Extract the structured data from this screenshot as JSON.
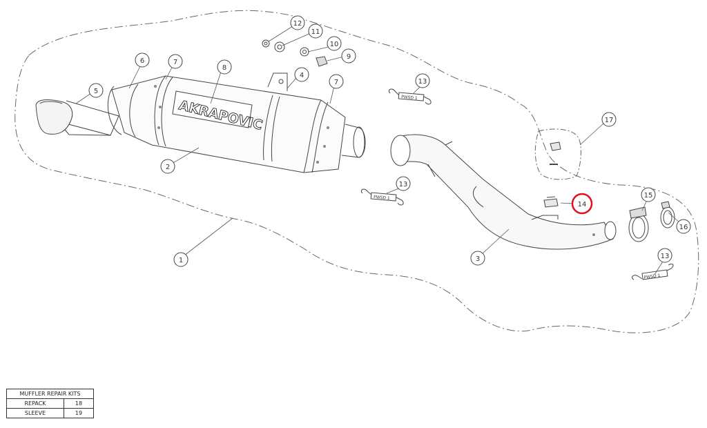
{
  "diagram": {
    "brand_text": "AKRAPOVIC",
    "spring_text": "PWSD 1",
    "callouts": [
      {
        "id": "c1",
        "label": "1"
      },
      {
        "id": "c2",
        "label": "2"
      },
      {
        "id": "c3",
        "label": "3"
      },
      {
        "id": "c4",
        "label": "4"
      },
      {
        "id": "c5",
        "label": "5"
      },
      {
        "id": "c6",
        "label": "6"
      },
      {
        "id": "c7a",
        "label": "7"
      },
      {
        "id": "c7b",
        "label": "7"
      },
      {
        "id": "c8",
        "label": "8"
      },
      {
        "id": "c9",
        "label": "9"
      },
      {
        "id": "c10",
        "label": "10"
      },
      {
        "id": "c11",
        "label": "11"
      },
      {
        "id": "c12",
        "label": "12"
      },
      {
        "id": "c13a",
        "label": "13"
      },
      {
        "id": "c13b",
        "label": "13"
      },
      {
        "id": "c13c",
        "label": "13"
      },
      {
        "id": "c14",
        "label": "14",
        "highlighted": true
      },
      {
        "id": "c15",
        "label": "15"
      },
      {
        "id": "c16",
        "label": "16"
      },
      {
        "id": "c17",
        "label": "17"
      }
    ],
    "highlight_color": "#e0101a"
  },
  "repair_kits": {
    "title": "MUFFLER REPAIR KITS",
    "rows": [
      {
        "name": "REPACK",
        "number": "18"
      },
      {
        "name": "SLEEVE",
        "number": "19"
      }
    ]
  }
}
